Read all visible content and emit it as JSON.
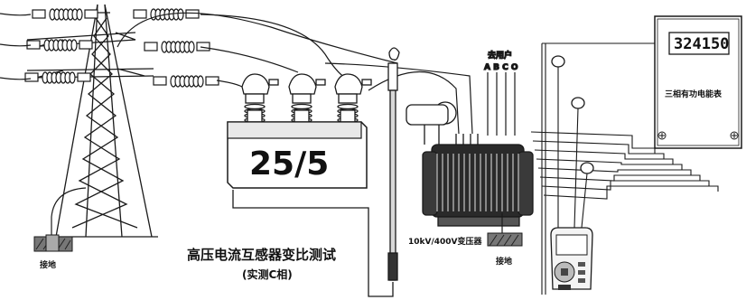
{
  "ct_ratio": "25/5",
  "title": "高压电流互感器变比测试",
  "subtitle": "(实测C相)",
  "ground_left": "接地",
  "ground_right": "接地",
  "transformer_label": "10kV/400V变压器",
  "user_label": "去用户",
  "phase_labels": "A B C O",
  "meter_reading": "324150",
  "meter_name": "三相有功电能表"
}
